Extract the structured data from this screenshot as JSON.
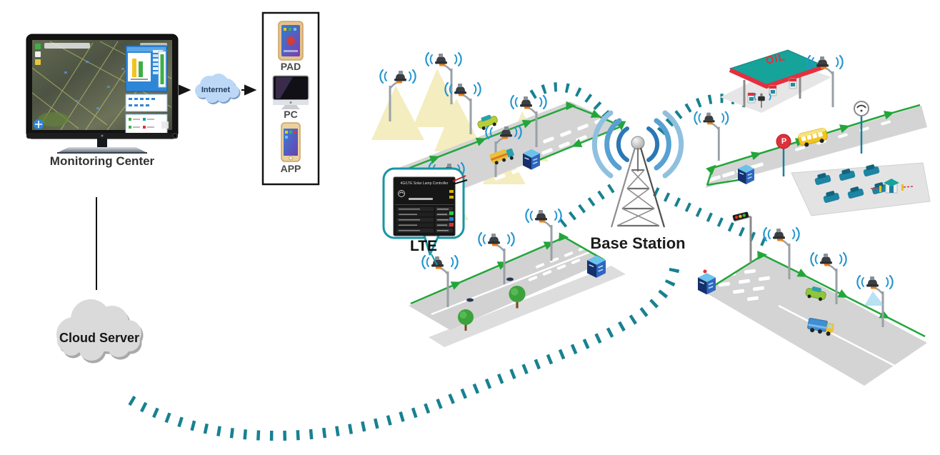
{
  "labels": {
    "monitoring_center": "Monitoring Center",
    "internet": "Internet",
    "cloud_server": "Cloud Server",
    "lte": "LTE",
    "base_station": "Base Station"
  },
  "devices_panel": {
    "items": [
      {
        "label": "PAD"
      },
      {
        "label": "PC"
      },
      {
        "label": "APP"
      }
    ]
  },
  "gas_station": {
    "canopy_text": "OIL",
    "parking_sign": "P"
  },
  "lte_device": {
    "title": "4G/LTE Solar Lamp Controller"
  },
  "icons": {
    "monitor": "monitor-with-map-icon",
    "internet_cloud": "cloud-icon",
    "cloud_server": "cloud-server-icon",
    "base_station": "radio-tower-icon",
    "street_lamp": "street-lamp-wifi-icon",
    "control_cabinet": "control-cabinet-icon",
    "wireless_link": "dashed-arc-link"
  },
  "colors": {
    "link_dash_teal": "#0e7c8c",
    "wifi_blue": "#2596cf",
    "route_green": "#22a63a",
    "road_gray": "#d4d4d4",
    "light_cone_yellow": "#f1ebb4",
    "canopy_teal": "#16a39a",
    "sign_red": "#e0303a",
    "cabinet_blue": "#2f66c0",
    "bubble_border_teal": "#1796a6"
  }
}
